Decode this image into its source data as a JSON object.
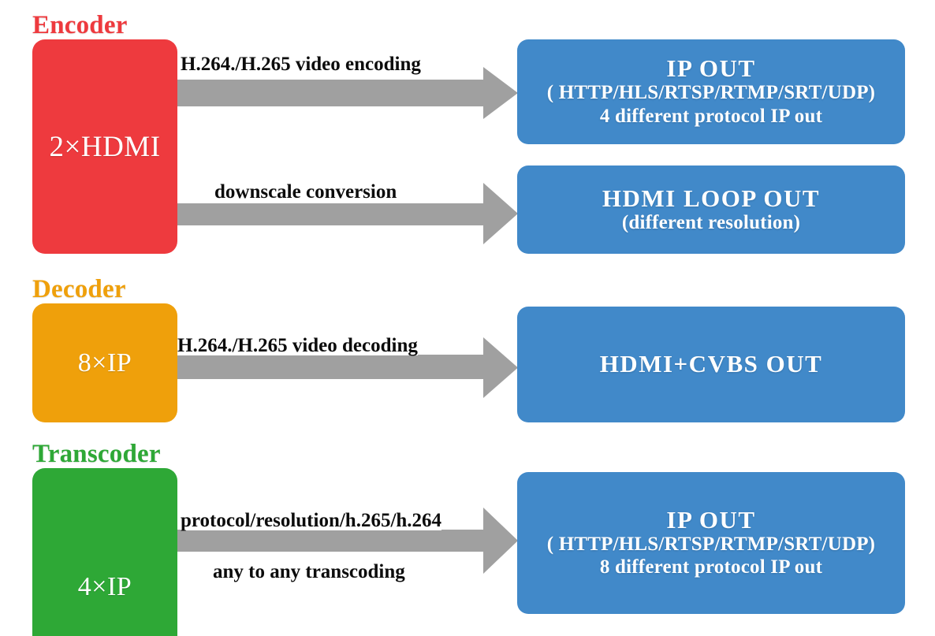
{
  "diagram": {
    "title": "Encoder / Decoder / Transcoder signal flow",
    "colors": {
      "encoder": "#EE3A3E",
      "decoder": "#EFA00B",
      "transcoder": "#2EA836",
      "output": "#4189C9",
      "arrow": "#A0A0A0",
      "caption_text": "#0C0C0C",
      "background": "#FFFFFF"
    },
    "rows": [
      {
        "group_label": "Encoder",
        "group_color": "#EE3A3E",
        "source": "2×HDMI",
        "flows": [
          {
            "caption": "H.264./H.265 video encoding",
            "caption2": "",
            "dest_line1": "IP OUT",
            "dest_line2": "( HTTP/HLS/RTSP/RTMP/SRT/UDP)",
            "dest_line3": "4 different protocol IP out"
          },
          {
            "caption": "downscale conversion",
            "caption2": "",
            "dest_line1": "HDMI LOOP OUT",
            "dest_line2": "(different resolution)",
            "dest_line3": ""
          }
        ]
      },
      {
        "group_label": "Decoder",
        "group_color": "#EFA00B",
        "source": "8×IP",
        "flows": [
          {
            "caption": "H.264./H.265 video decoding",
            "caption2": "",
            "dest_line1": "HDMI+CVBS OUT",
            "dest_line2": "",
            "dest_line3": ""
          }
        ]
      },
      {
        "group_label": "Transcoder",
        "group_color": "#2EA836",
        "source": "4×IP",
        "flows": [
          {
            "caption": "protocol/resolution/h.265/h.264",
            "caption2": "any to any transcoding",
            "dest_line1": "IP OUT",
            "dest_line2": "( HTTP/HLS/RTSP/RTMP/SRT/UDP)",
            "dest_line3": "8 different protocol IP out"
          }
        ]
      }
    ]
  }
}
